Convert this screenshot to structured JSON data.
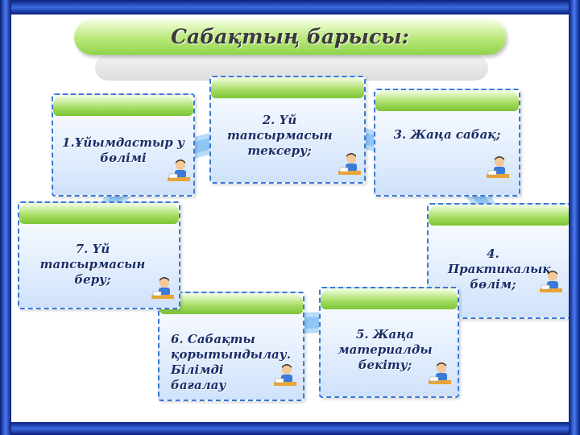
{
  "title": "Сабақтың барысы:",
  "steps": [
    {
      "label": "1.Ұйымдастыр у бөлімі"
    },
    {
      "label": "2. Үй тапсырмасын тексеру;"
    },
    {
      "label": "3. Жаңа сабақ;"
    },
    {
      "label": "4. Практикалық бөлім;"
    },
    {
      "label": "5. Жаңа материалды бекіту;"
    },
    {
      "label": "6. Сабақты қорытындылау. Білімді бағалау"
    },
    {
      "label": "7. Үй тапсырмасын беру;"
    }
  ],
  "colors": {
    "frame": "#1f3a9a",
    "box_border": "#3a78d8",
    "ring": "#8ec5f5",
    "cap": "#a6dd62"
  },
  "icons": [
    "student-at-desk-icon"
  ]
}
